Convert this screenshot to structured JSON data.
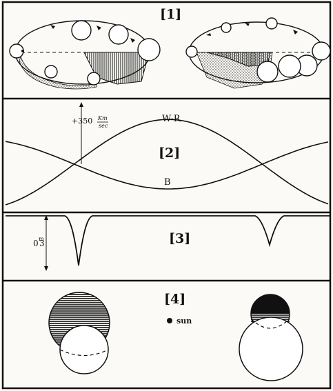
{
  "panels": {
    "p1": {
      "number": "[1]"
    },
    "p2": {
      "number": "[2]",
      "velocity_label": "+350",
      "velocity_unit_top": "Km",
      "velocity_unit_bottom": "sec",
      "curve_wr_label": "W-R",
      "curve_b_label": "B"
    },
    "p3": {
      "number": "[3]",
      "amplitude_main": "0",
      "amplitude_super": "m",
      "amplitude_sub": "3"
    },
    "p4": {
      "number": "[4]",
      "sun_label": "sun"
    }
  },
  "colors": {
    "ink": "#111111",
    "paper": "#fbfaf6"
  }
}
